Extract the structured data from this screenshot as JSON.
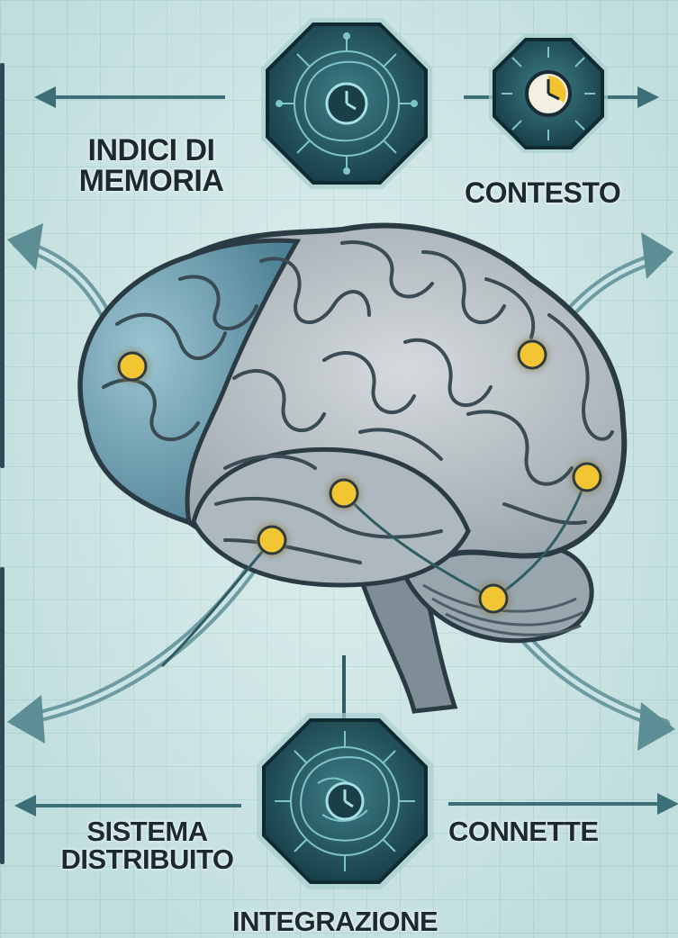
{
  "labels": {
    "memoria_line1": "INDICI DI",
    "memoria_line2": "MEMORIA",
    "contesto": "CONTESTO",
    "sistema_line1": "SISTEMA",
    "sistema_line2": "DISTRIBUITO",
    "connette": "CONNETTE",
    "integrazione": "INTEGRAZIONE"
  },
  "icons": {
    "top_emblem": "circuit-clock-icon",
    "contesto_emblem": "clock-icon",
    "bottom_emblem": "circuit-brain-clock-icon",
    "brain": "brain-illustration"
  },
  "colors": {
    "background": "#cfe7e6",
    "grid": "#9ec6c6",
    "brain_blue": "#7aa8b8",
    "brain_grey": "#a9b4ba",
    "brain_outline": "#2b3b44",
    "node_yellow": "#f2c530",
    "arrow": "#3c6f77",
    "emblem_dark": "#1e4a54",
    "text": "#1c2a30"
  }
}
